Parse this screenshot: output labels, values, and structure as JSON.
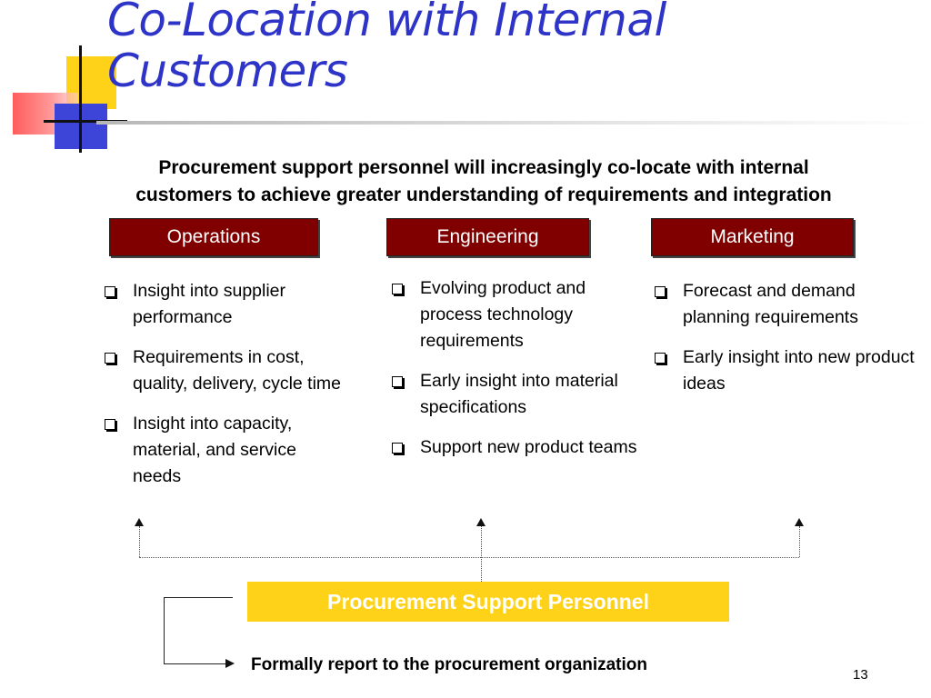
{
  "slide": {
    "title_line1": "Co-Location with Internal",
    "title_line2": "Customers",
    "subtitle_line1": "Procurement support personnel will increasingly co-locate with internal",
    "subtitle_line2": "customers to achieve greater understanding of requirements and integration",
    "page_number": "13"
  },
  "departments": [
    {
      "label": "Operations",
      "bullets": [
        "Insight into supplier performance",
        "Requirements in cost, quality, delivery, cycle time",
        "Insight into capacity, material, and service needs"
      ]
    },
    {
      "label": "Engineering",
      "bullets": [
        "Evolving product and process technology requirements",
        "Early insight into material specifications",
        "Support new product teams"
      ]
    },
    {
      "label": "Marketing",
      "bullets": [
        "Forecast and demand planning requirements",
        "Early insight into new product ideas"
      ]
    }
  ],
  "support_box": {
    "label": "Procurement Support Personnel"
  },
  "report_note": "Formally report to the procurement organization",
  "colors": {
    "title": "#2d34c7",
    "department_box": "#800000",
    "support_box": "#ffd21a"
  }
}
